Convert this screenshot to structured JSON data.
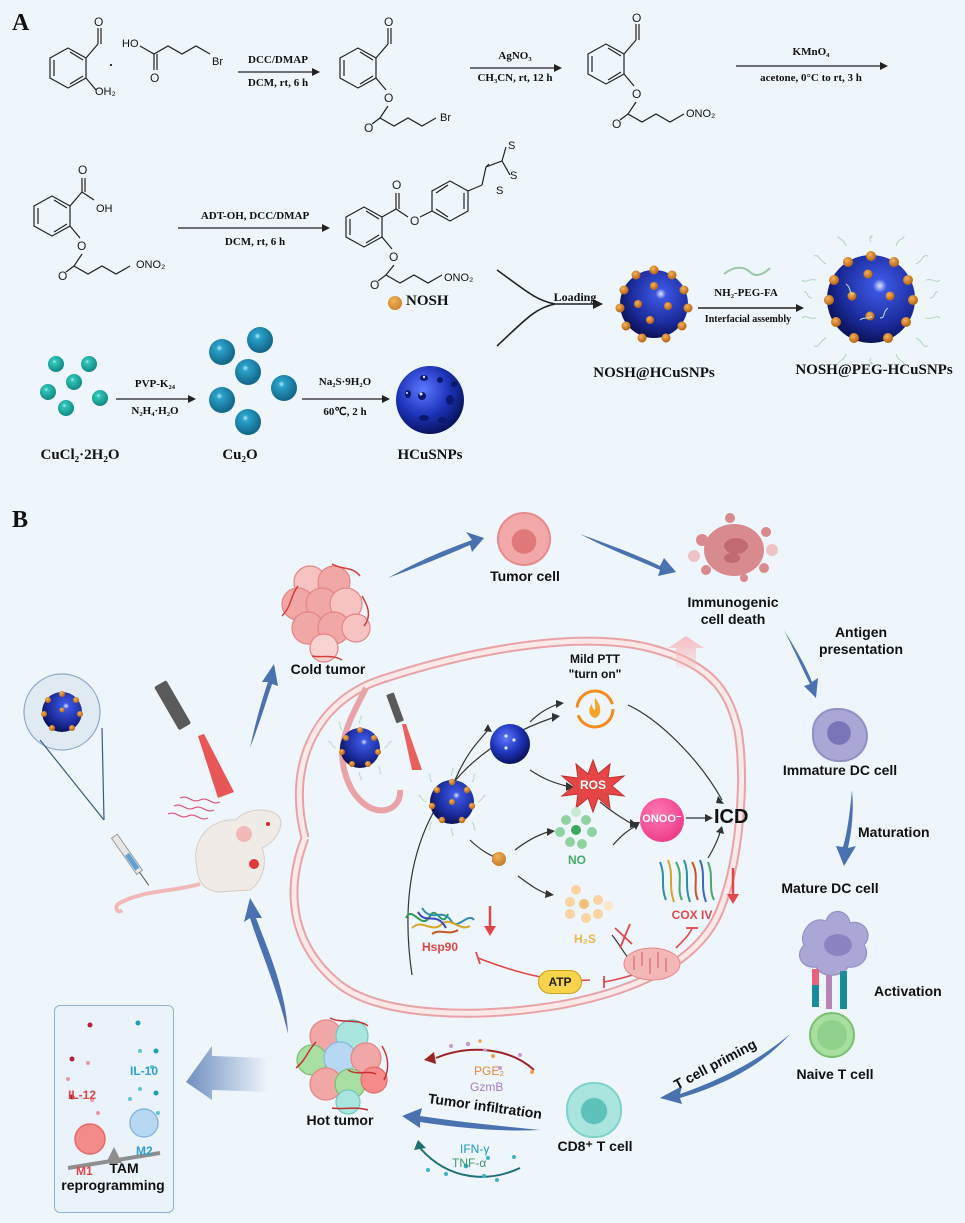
{
  "panels": {
    "a_label": "A",
    "b_label": "B"
  },
  "scheme_a": {
    "reagents": {
      "salicylaldehyde_oh": "OH₂",
      "bromobutyric_acid_ho": "HO",
      "br": "Br",
      "onoo2": "ONO₂",
      "oh": "OH",
      "s": "S",
      "o": "O",
      "plus": "·"
    },
    "steps": [
      {
        "above": "DCC/DMAP",
        "below": "DCM, rt, 6 h"
      },
      {
        "above": "AgNO₃",
        "below": "CH₃CN, rt, 12 h"
      },
      {
        "above": "KMnO₄",
        "below": "acetone, 0°C to rt, 3 h"
      },
      {
        "above": "ADT-OH, DCC/DMAP",
        "below": "DCM, rt, 6 h"
      },
      {
        "above": "PVP-K₂₄",
        "below": "N₂H₄·H₂O"
      },
      {
        "above": "Na₂S·9H₂O",
        "below": "60℃,  2 h"
      },
      {
        "above": "Loading",
        "below": ""
      },
      {
        "above": "NH₂-PEG-FA",
        "below": "Interfacial assembly"
      }
    ],
    "products": {
      "nosh": "NOSH",
      "cucl2": "CuCl₂·2H₂O",
      "cu2o": "Cu₂O",
      "hcusnps": "HCuSNPs",
      "nosh_hcusnps": "NOSH@HCuSNPs",
      "nosh_peg_hcusnps": "NOSH@PEG-HCuSNPs"
    }
  },
  "scheme_b": {
    "labels": {
      "cold_tumor": "Cold tumor",
      "tumor_cell": "Tumor cell",
      "icd_title_1": "Immunogenic",
      "icd_title_2": "cell death",
      "antigen_1": "Antigen",
      "antigen_2": "presentation",
      "immature_dc": "Immature DC cell",
      "maturation": "Maturation",
      "mature_dc": "Mature DC cell",
      "activation": "Activation",
      "naive_t": "Naive T cell",
      "t_priming": "T cell priming",
      "cd8": "CD8⁺ T cell",
      "tumor_infiltration": "Tumor infiltration",
      "pge2": "PGE₂",
      "gzmb": "GzmB",
      "ifn": "IFN-γ",
      "tnf": "TNF-α",
      "hot_tumor": "Hot tumor",
      "il12": "IL-12",
      "il10": "IL-10",
      "m1": "M1",
      "m2": "M2",
      "tam_1": "TAM",
      "tam_2": "reprogramming"
    },
    "mechanism": {
      "mild_ptt_1": "Mild PTT",
      "mild_ptt_2": "\"turn on\"",
      "ros": "ROS",
      "onoo": "ONOO⁻",
      "icd": "ICD",
      "no": "NO",
      "h2s": "H₂S",
      "cox4": "COX IV",
      "hsp90": "Hsp90",
      "atp": "ATP"
    },
    "colors": {
      "arrow_blue": "#4a72b0",
      "tumor_pink": "#e88e8e",
      "nanoparticle_blue": "#1f35a8",
      "nosh_orange": "#d9892b",
      "ros_red": "#e64545",
      "onoo_pink": "#ec3d8f",
      "no_green": "#4db86a",
      "h2s_orange": "#f2b65f",
      "inhibit_red": "#e04848",
      "atp_yellow": "#f6d54b",
      "dc_purple": "#9a96cc",
      "tcell_green": "#8fd08a",
      "cd8_teal": "#7fd2cc"
    }
  }
}
